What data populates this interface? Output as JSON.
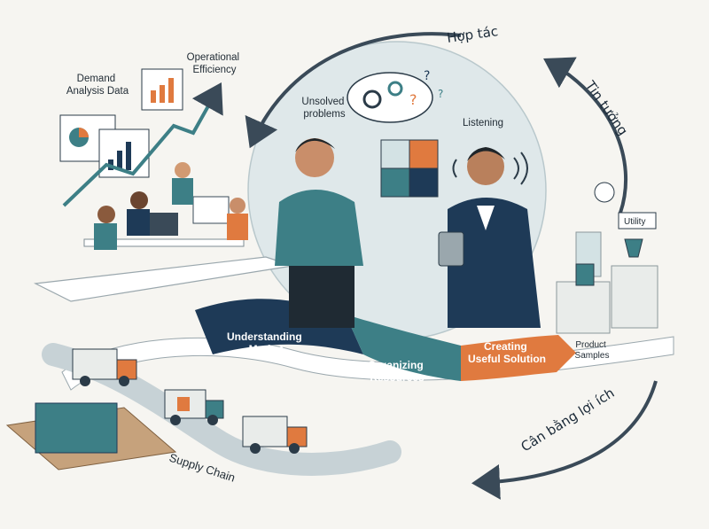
{
  "labels": {
    "demand": [
      "Demand",
      "Analysis Data"
    ],
    "efficiency": [
      "Operational",
      "Efficiency"
    ],
    "unsolved": [
      "Unsolved",
      "problems"
    ],
    "listening": "Listening",
    "hop_tac": "Hợp tác",
    "tin_tuong": "Tin tưởng",
    "utility": "Utility",
    "product": [
      "Product",
      "Samples"
    ],
    "understanding": [
      "Understanding",
      "Market"
    ],
    "organizing": [
      "Organizing",
      "Resources"
    ],
    "creating": [
      "Creating",
      "Useful Solution"
    ],
    "supply": "Supply Chain",
    "can_bang": "Cân bằng lợi ích"
  },
  "icons": [
    "gear-icon",
    "question-mark-icon",
    "puzzle-icon",
    "thumbs-up-icon",
    "trophy-icon",
    "box-icon",
    "pie-chart-icon",
    "bar-chart-icon"
  ],
  "colors": {
    "navy": "#1e3a57",
    "teal": "#3d7f86",
    "orange": "#e07a3f",
    "paper": "#f6f5f1",
    "circle": "#dfe8ea"
  }
}
